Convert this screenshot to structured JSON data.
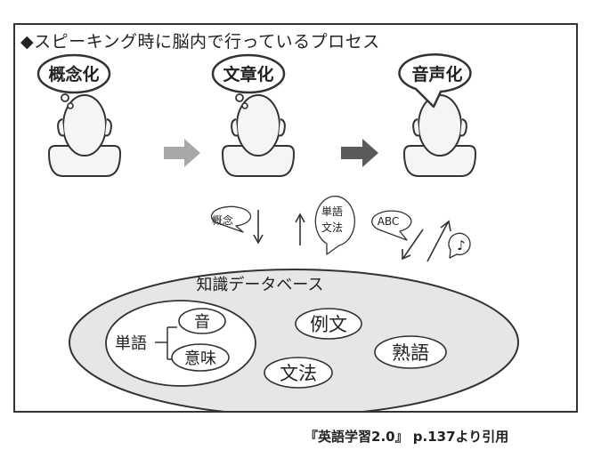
{
  "title": "◆スピーキング時に脳内で行っているプロセス",
  "stages": [
    {
      "label": "概念化"
    },
    {
      "label": "文章化"
    },
    {
      "label": "音声化"
    }
  ],
  "flow": {
    "concept_label": "概念",
    "word_grammar_line1": "単語",
    "word_grammar_line2": "文法",
    "abc_label": "ABC",
    "note_glyph": "♪"
  },
  "database": {
    "title": "知識データベース",
    "word_label": "単語",
    "sound_label": "音",
    "meaning_label": "意味",
    "example_label": "例文",
    "grammar_label": "文法",
    "idiom_label": "熟語"
  },
  "caption": "『英語学習2.0』 p.137より引用",
  "colors": {
    "frame": "#333333",
    "head_fill": "#f5f5f5",
    "arrow_light": "#a8a8a8",
    "arrow_dark": "#5a5a5a",
    "db_fill": "#e6e6e6"
  }
}
